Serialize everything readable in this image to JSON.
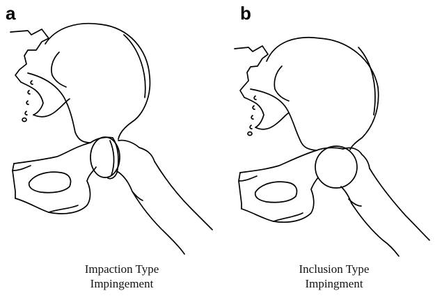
{
  "panels": [
    {
      "label": "a",
      "caption_line1": "Impaction Type",
      "caption_line2": "Impingement"
    },
    {
      "label": "b",
      "caption_line1": "Inclusion Type",
      "caption_line2": "Impingment"
    }
  ]
}
